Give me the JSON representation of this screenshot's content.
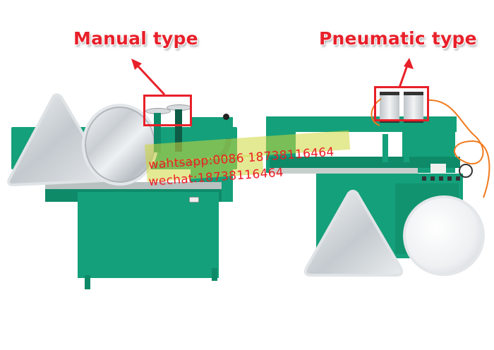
{
  "labels": {
    "left_title": "Manual type",
    "right_title": "Pneumatic type"
  },
  "watermark": {
    "line1": "wahtsapp:0086 18738116464",
    "line2": "wechat:18738116464"
  },
  "colors": {
    "accent_red": "#e8202a",
    "machine_green": "#14a07a",
    "watermark_text": "#ef1c24",
    "watermark_band": "#cdd73c"
  }
}
